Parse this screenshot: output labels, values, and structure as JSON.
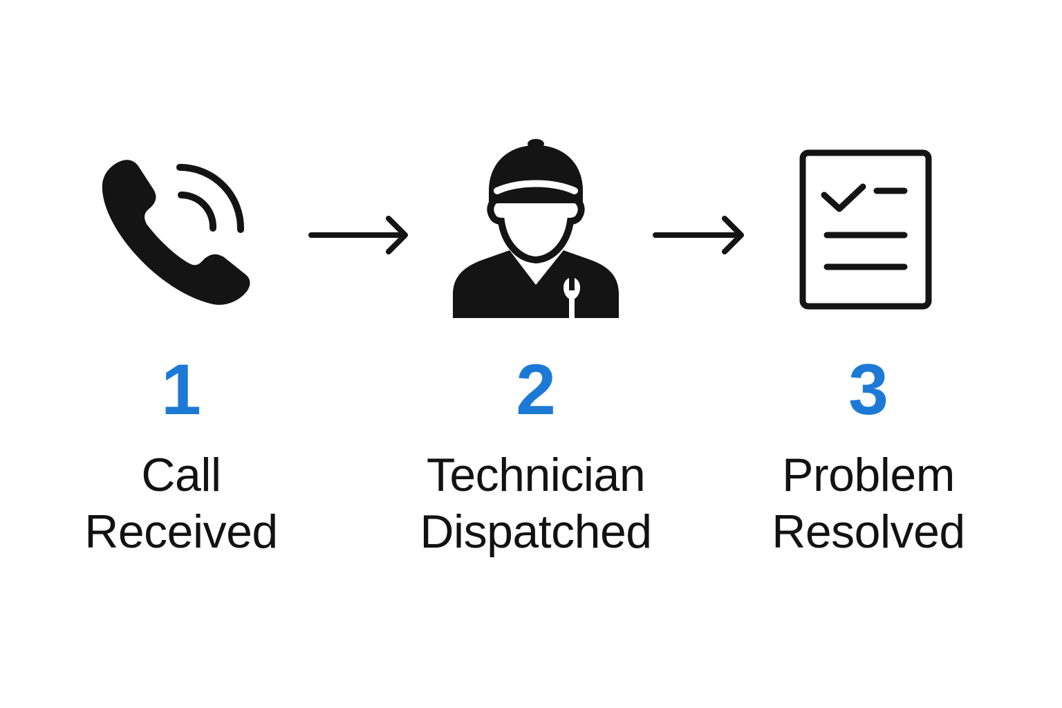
{
  "colors": {
    "number_accent": "#1c7ad6",
    "icon": "#141414",
    "text": "#121212",
    "background": "#ffffff"
  },
  "steps": [
    {
      "number": "1",
      "label_line1": "Call",
      "label_line2": "Received",
      "icon": "phone-call-icon"
    },
    {
      "number": "2",
      "label_line1": "Technician",
      "label_line2": "Dispatched",
      "icon": "technician-icon"
    },
    {
      "number": "3",
      "label_line1": "Problem",
      "label_line2": "Resolved",
      "icon": "checklist-icon"
    }
  ],
  "connectors": [
    "arrow-right-icon",
    "arrow-right-icon"
  ]
}
